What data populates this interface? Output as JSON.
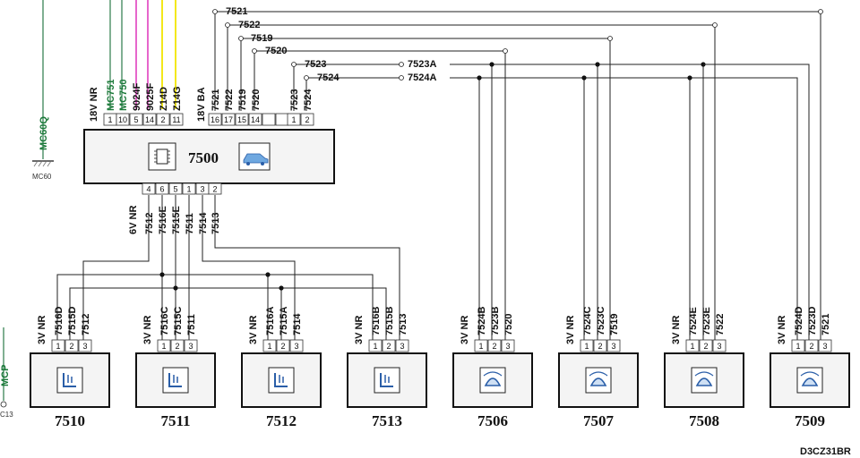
{
  "ecu": {
    "id": "7500",
    "top_groups": [
      {
        "label": "18V NR",
        "labels": [
          [
            "1",
            "MC751"
          ],
          [
            "10",
            "MC750"
          ],
          [
            "5",
            "9024F"
          ],
          [
            "14",
            "9025F"
          ],
          [
            "2",
            "Z14D"
          ],
          [
            "11",
            "Z14G"
          ]
        ]
      },
      {
        "label": "18V BA",
        "labels": [
          [
            "16",
            "7521"
          ],
          [
            "17",
            "7522"
          ],
          [
            "15",
            "7519"
          ],
          [
            "14",
            "7520"
          ],
          [
            "",
            ""
          ],
          [
            "",
            ""
          ],
          [
            "1",
            "7523"
          ],
          [
            "2",
            "7524"
          ]
        ]
      }
    ],
    "bottom_group": {
      "label": "6V NR",
      "labels": [
        [
          "4",
          "7512"
        ],
        [
          "6",
          "7516E"
        ],
        [
          "5",
          "7515E"
        ],
        [
          "1",
          "7511"
        ],
        [
          "3",
          "7514"
        ],
        [
          "2",
          "7513"
        ]
      ]
    }
  },
  "ground_left_top": {
    "wire": "MC60Q",
    "name": "MC60"
  },
  "ground_left_bottom": {
    "wire": "MCP",
    "name": "C13"
  },
  "bus_labels": {
    "b7521": "7521",
    "b7522": "7522",
    "b7519": "7519",
    "b7520": "7520",
    "b7523": "7523",
    "b7524": "7524",
    "b7523A": "7523A",
    "b7524A": "7524A"
  },
  "sensors": [
    {
      "id": "7510",
      "conn": "3V NR",
      "wires": [
        "7516D",
        "7515D",
        "7512"
      ]
    },
    {
      "id": "7511",
      "conn": "3V NR",
      "wires": [
        "7516C",
        "7515C",
        "7511"
      ]
    },
    {
      "id": "7512",
      "conn": "3V NR",
      "wires": [
        "7516A",
        "7515A",
        "7514"
      ]
    },
    {
      "id": "7513",
      "conn": "3V NR",
      "wires": [
        "7516B",
        "7515B",
        "7513"
      ]
    },
    {
      "id": "7506",
      "conn": "3V NR",
      "wires": [
        "7524B",
        "7523B",
        "7520"
      ]
    },
    {
      "id": "7507",
      "conn": "3V NR",
      "wires": [
        "7524C",
        "7523C",
        "7519"
      ]
    },
    {
      "id": "7508",
      "conn": "3V NR",
      "wires": [
        "7524E",
        "7523E",
        "7522"
      ]
    },
    {
      "id": "7509",
      "conn": "3V NR",
      "wires": [
        "7524D",
        "7523D",
        "7521"
      ]
    }
  ],
  "pin_numbers": [
    "1",
    "2",
    "3"
  ],
  "diagram_code": "D3CZ31BR",
  "colors": {
    "green": "#2a7a4a",
    "pink": "#e040c0",
    "yellow": "#f2e600",
    "icon_blue": "#2a5ea8"
  }
}
